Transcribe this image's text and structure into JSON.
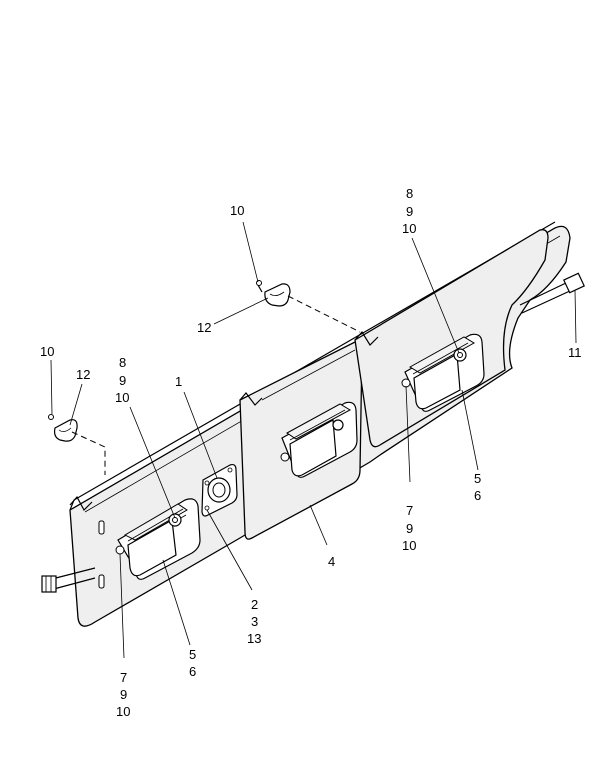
{
  "callouts": {
    "c_10_top": "10",
    "c_12_top": "12",
    "c_10_left": "10",
    "c_12_left": "12",
    "c_8_left": "8",
    "c_9_left_a": "9",
    "c_10_left_a": "10",
    "c_1": "1",
    "c_8_right": "8",
    "c_9_right_a": "9",
    "c_10_right_a": "10",
    "c_11": "11",
    "c_5_right": "5",
    "c_6_right": "6",
    "c_7_right": "7",
    "c_9_right_b": "9",
    "c_10_right_b": "10",
    "c_4": "4",
    "c_2": "2",
    "c_3": "3",
    "c_13": "13",
    "c_5_left": "5",
    "c_6_left": "6",
    "c_7_left": "7",
    "c_9_left_b": "9",
    "c_10_left_b": "10"
  }
}
